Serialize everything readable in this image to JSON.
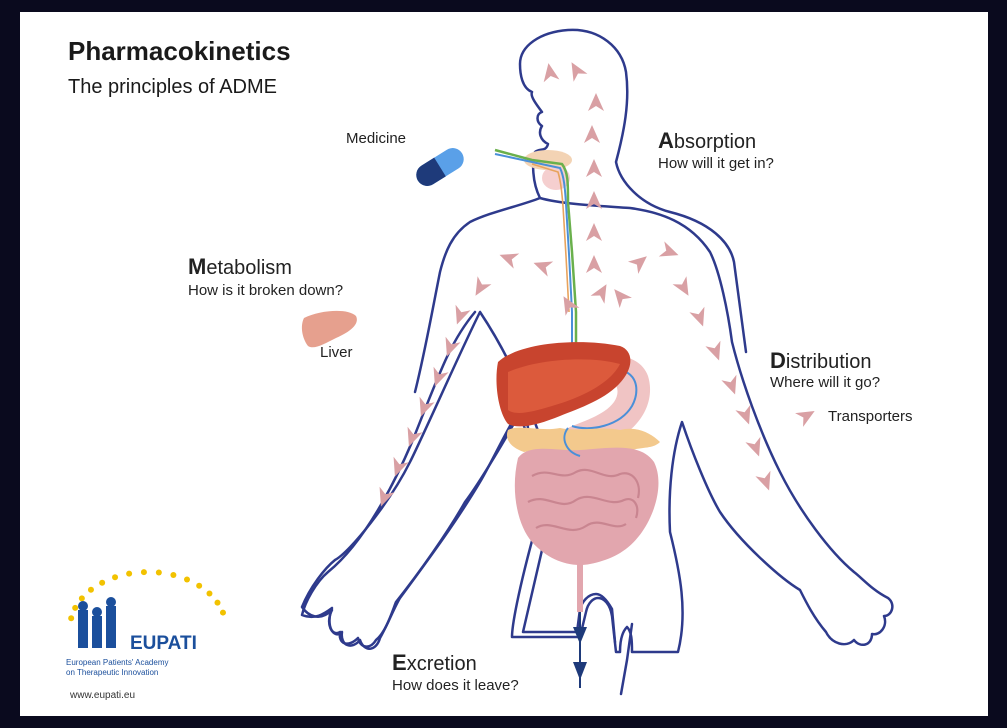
{
  "title": "Pharmacokinetics",
  "subtitle": "The principles of ADME",
  "absorption": {
    "cap": "A",
    "rest": "bsorption",
    "question": "How will it get in?"
  },
  "metabolism": {
    "cap": "M",
    "rest": "etabolism",
    "question": "How is it broken down?"
  },
  "distribution": {
    "cap": "D",
    "rest": "istribution",
    "question": "Where will it go?"
  },
  "excretion": {
    "cap": "E",
    "rest": "xcretion",
    "question": "How does it leave?"
  },
  "labels": {
    "medicine": "Medicine",
    "liver": "Liver",
    "transporters": "Transporters"
  },
  "logo": {
    "name": "EUPATI",
    "line1": "European Patients' Academy",
    "line2": "on Therapeutic Innovation",
    "url": "www.eupati.eu"
  },
  "colors": {
    "outline": "#2e3a8c",
    "arrow": "#d9a0a4",
    "liver": "#c8442e",
    "stomach": "#f0c4c4",
    "intestine": "#e2a6ae",
    "fat": "#f3c98d",
    "pill_dark": "#1e3a7a",
    "pill_light": "#5aa0e8",
    "logo_blue": "#1b4f9c",
    "logo_star": "#f2c200"
  }
}
